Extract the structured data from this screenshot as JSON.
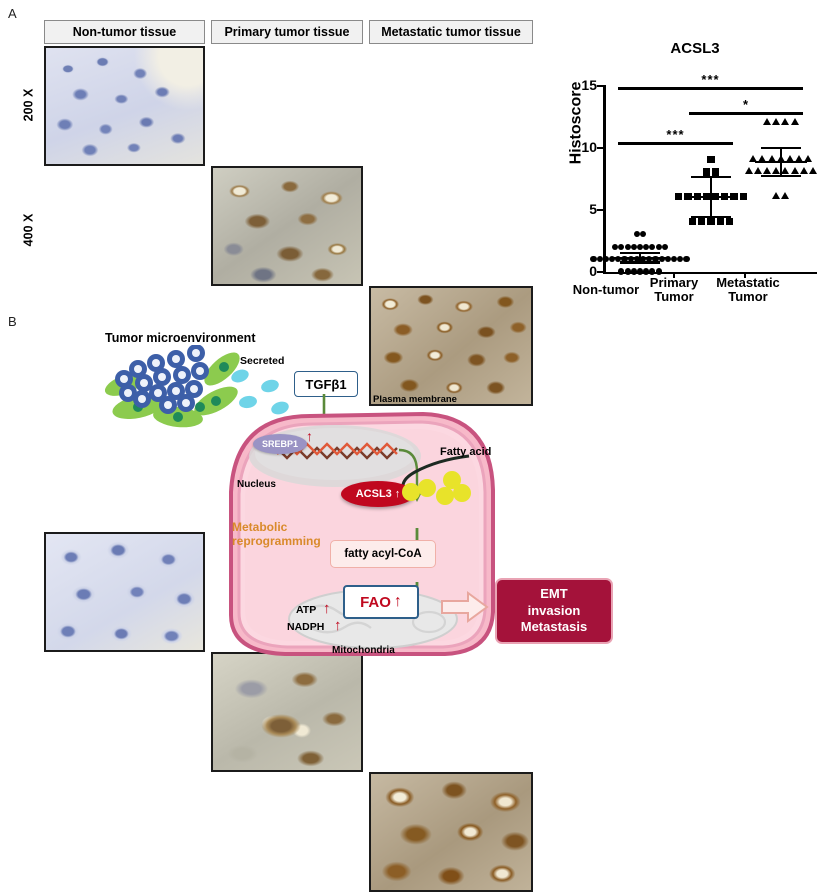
{
  "panels": {
    "a_letter": "A",
    "b_letter": "B"
  },
  "panel_a": {
    "column_headers": [
      "Non-tumor tissue",
      "Primary tumor tissue",
      "Metastatic tumor tissue"
    ],
    "row_labels": [
      "200 X",
      "400 X"
    ],
    "tissue_cells": [
      {
        "row": "200 X",
        "column": "Non-tumor tissue",
        "stain": "hematoxylin-only-blue"
      },
      {
        "row": "200 X",
        "column": "Primary tumor tissue",
        "stain": "moderate-brown-dab"
      },
      {
        "row": "200 X",
        "column": "Metastatic tumor tissue",
        "stain": "strong-brown-dab"
      },
      {
        "row": "400 X",
        "column": "Non-tumor tissue",
        "stain": "hematoxylin-only-blue"
      },
      {
        "row": "400 X",
        "column": "Primary tumor tissue",
        "stain": "moderate-brown-dab"
      },
      {
        "row": "400 X",
        "column": "Metastatic tumor tissue",
        "stain": "strong-brown-dab"
      }
    ]
  },
  "chart_data": {
    "type": "scatter",
    "title": "ACSL3",
    "xlabel": "",
    "ylabel": "Histoscore",
    "ylim": [
      0,
      15
    ],
    "yticks": [
      0,
      5,
      10,
      15
    ],
    "ytick_labels": [
      "0",
      "5",
      "10",
      "15"
    ],
    "grid": false,
    "legend": "none",
    "categories": [
      "Non-tumor",
      "Primary Tumor",
      "Metastatic Tumor"
    ],
    "category_lines": [
      [
        "Non-tumor"
      ],
      [
        "Primary",
        "Tumor"
      ],
      [
        "Metastatic",
        "Tumor"
      ]
    ],
    "series": [
      {
        "name": "Non-tumor",
        "marker": "circle",
        "mean": 1.1,
        "sem": 0.12,
        "values": [
          3,
          3,
          2,
          2,
          2,
          2,
          2,
          2,
          2,
          2,
          2,
          1,
          1,
          1,
          1,
          1,
          1,
          1,
          1,
          1,
          1,
          1,
          1,
          1,
          1,
          1,
          1,
          0,
          0,
          0,
          0,
          0,
          0,
          0
        ]
      },
      {
        "name": "Primary Tumor",
        "marker": "square",
        "mean": 6.0,
        "sem": 0.5,
        "values": [
          9,
          8,
          8,
          6,
          6,
          6,
          6,
          6,
          6,
          6,
          6,
          4,
          4,
          4,
          4,
          4
        ]
      },
      {
        "name": "Metastatic Tumor",
        "marker": "triangle",
        "mean": 8.8,
        "sem": 0.35,
        "values": [
          12,
          12,
          12,
          12,
          9,
          9,
          9,
          9,
          9,
          9,
          9,
          8,
          8,
          8,
          8,
          8,
          8,
          8,
          8,
          6,
          6
        ]
      }
    ],
    "significance": [
      {
        "from": "Non-tumor",
        "to": "Metastatic Tumor",
        "label": "***",
        "y": 14.8
      },
      {
        "from": "Primary Tumor",
        "to": "Metastatic Tumor",
        "label": "*",
        "y": 12.8
      },
      {
        "from": "Non-tumor",
        "to": "Primary Tumor",
        "label": "***",
        "y": 10.4
      }
    ]
  },
  "panel_b": {
    "tumor_microenvironment_label": "Tumor microenvironment",
    "secreted_label": "Secreted",
    "tgfb1_label": "TGFβ1",
    "plasma_membrane_label": "Plasma membrane",
    "nucleus_label": "Nucleus",
    "srebp1_label": "SREBP1",
    "acsl3_label": "ACSL3",
    "metabolic_label_line1": "Metabolic",
    "metabolic_label_line2": "reprogramming",
    "fatty_acyl_coa_label": "fatty acyl-CoA",
    "fao_label": "FAO",
    "atp_label": "ATP",
    "nadph_label": "NADPH",
    "mitochondria_label": "Mitochondria",
    "fatty_acid_label": "Fatty acid",
    "emt_lines": [
      "EMT",
      "invasion",
      "Metastasis"
    ],
    "up_arrow_glyph": "↑",
    "colors": {
      "acsl3_red": "#c0081f",
      "emt_box": "#a4123a",
      "cell_membrane": "#c8537f",
      "cytoplasm": "#fad3dc",
      "metabolic_orange": "#d98a2b",
      "tgfb_border": "#2e5f8a",
      "fatty_acid_yellow": "#e8e32a",
      "stroma_green": "#7cc242",
      "tumor_cell_blue": "#3d5fa8",
      "secreted_cyan": "#6fd4e8"
    }
  }
}
